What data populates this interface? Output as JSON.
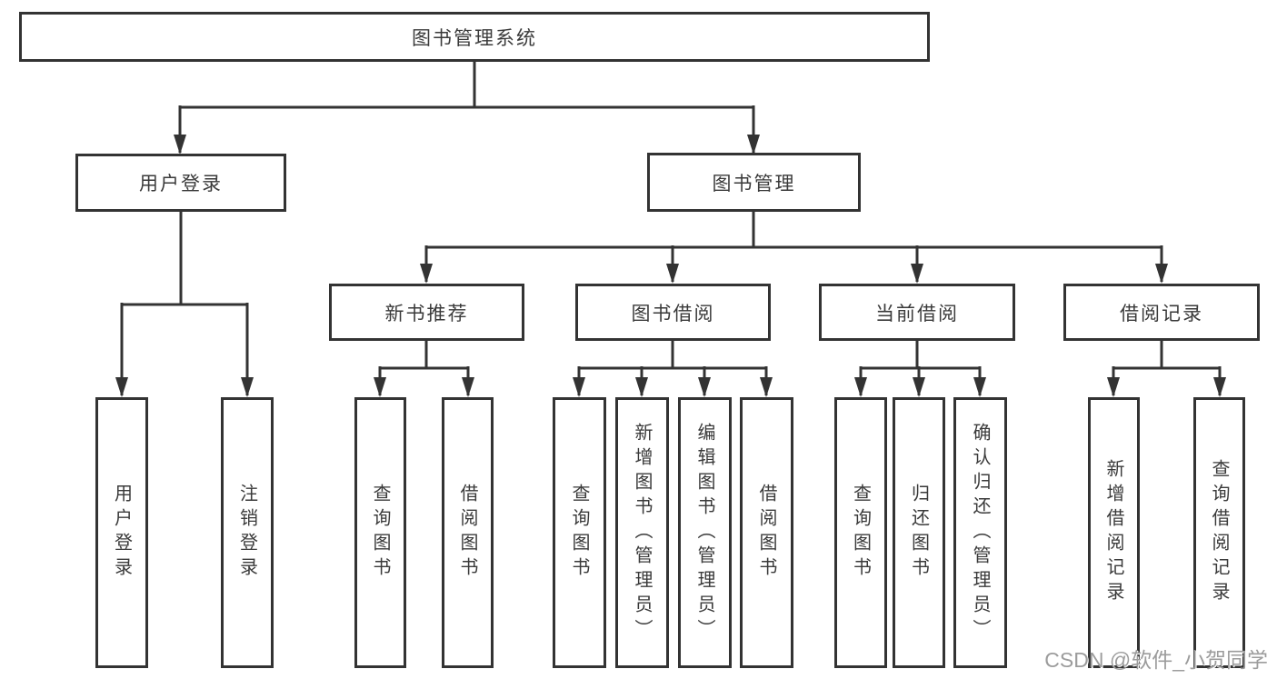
{
  "root": {
    "label": "图书管理系统"
  },
  "level2": [
    {
      "label": "用户登录"
    },
    {
      "label": "图书管理"
    }
  ],
  "login_leaves": [
    {
      "label": "用户登录"
    },
    {
      "label": "注销登录"
    }
  ],
  "branches": [
    {
      "label": "新书推荐",
      "leaves": [
        {
          "label": "查询图书"
        },
        {
          "label": "借阅图书"
        }
      ]
    },
    {
      "label": "图书借阅",
      "leaves": [
        {
          "label": "查询图书"
        },
        {
          "label": "新增图书（管理员）"
        },
        {
          "label": "编辑图书（管理员）"
        },
        {
          "label": "借阅图书"
        }
      ]
    },
    {
      "label": "当前借阅",
      "leaves": [
        {
          "label": "查询图书"
        },
        {
          "label": "归还图书"
        },
        {
          "label": "确认归还（管理员）"
        }
      ]
    },
    {
      "label": "借阅记录",
      "leaves": [
        {
          "label": "新增借阅记录"
        },
        {
          "label": "查询借阅记录"
        }
      ]
    }
  ],
  "watermark": {
    "text": "CSDN @软件_小贺同学"
  },
  "colors": {
    "line": "#333333",
    "text": "#3a3a3a",
    "watermark": "#9c9c9c",
    "background": "#ffffff"
  }
}
